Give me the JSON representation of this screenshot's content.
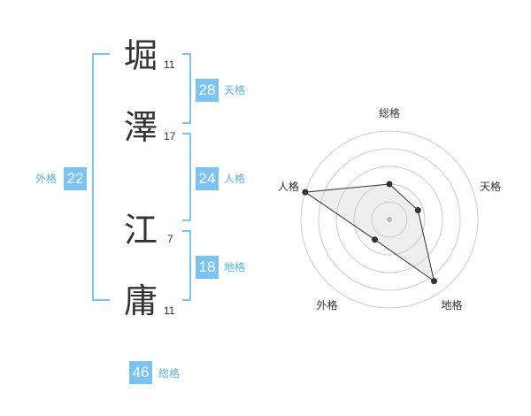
{
  "name": {
    "characters": [
      {
        "char": "堀",
        "strokes": "11"
      },
      {
        "char": "澤",
        "strokes": "17"
      },
      {
        "char": "江",
        "strokes": "7"
      },
      {
        "char": "庸",
        "strokes": "11"
      }
    ]
  },
  "fortune": {
    "tenkaku": {
      "value": "28",
      "label": "天格"
    },
    "jinkaku": {
      "value": "24",
      "label": "人格"
    },
    "chikaku": {
      "value": "18",
      "label": "地格"
    },
    "gaikaku": {
      "value": "22",
      "label": "外格"
    },
    "soukaku": {
      "value": "46",
      "label": "総格"
    }
  },
  "colors": {
    "accent": "#7ac3f4",
    "accent_text": "#5ab4ef",
    "text": "#333333",
    "grid": "#cccccc"
  },
  "chart_data": {
    "type": "radar",
    "axes": [
      "総格",
      "天格",
      "地格",
      "外格",
      "人格"
    ],
    "values": [
      2,
      1.7,
      4.3,
      1.4,
      5
    ],
    "max": 5,
    "rings": 5
  }
}
